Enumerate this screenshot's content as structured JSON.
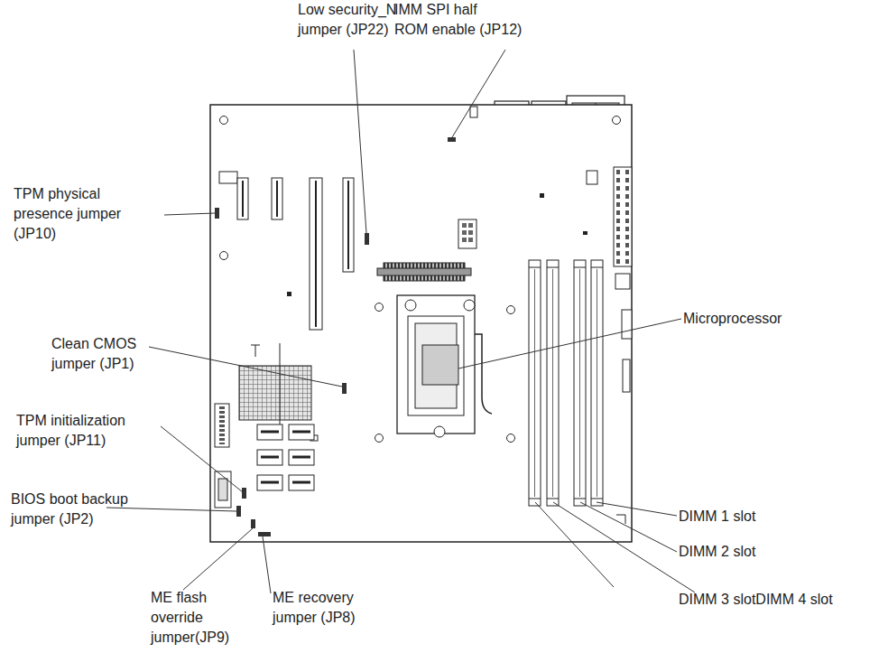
{
  "diagram": {
    "labels": [
      "Low security_N jumper (JP22)",
      "IMM SPI half ROM enable (JP12)",
      "TPM physical presence jumper (JP10)",
      "Microprocessor",
      "Clean CMOS jumper (JP1)",
      "TPM initialization jumper (JP11)",
      "BIOS boot backup jumper (JP2)",
      "DIMM 1 slot",
      "DIMM 2 slot",
      "ME flash override jumper(JP9)",
      "ME recovery jumper (JP8)",
      "DIMM 3 slotDIMM 4 slot"
    ]
  }
}
